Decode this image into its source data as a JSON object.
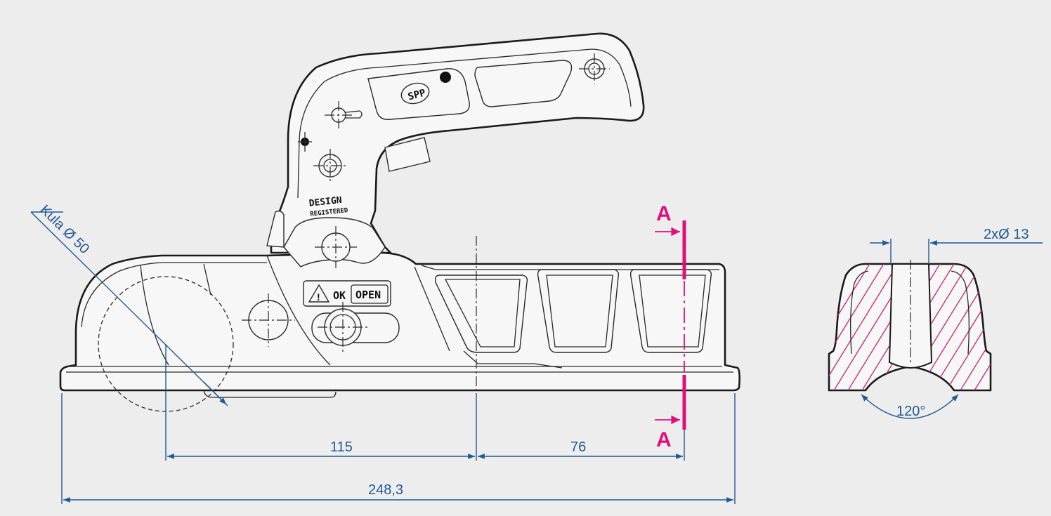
{
  "dimensions": {
    "ball_label": "Kula Ø 50",
    "hole_label": "2xØ 13",
    "total_length": "248,3",
    "dist_ball_to_mid": "115",
    "dist_mid_to_section": "76",
    "angle": "120°"
  },
  "section": {
    "marker_top": "A",
    "marker_bottom": "A"
  },
  "product_markings": {
    "logo": "SPP",
    "design_line1": "DESIGN",
    "design_line2": "REGISTERED",
    "ok_label": "OK",
    "open_label": "OPEN"
  },
  "colors": {
    "background": "#ededed",
    "dimension": "#1f5a93",
    "section": "#e0107a",
    "outline": "#1a1a1a"
  }
}
